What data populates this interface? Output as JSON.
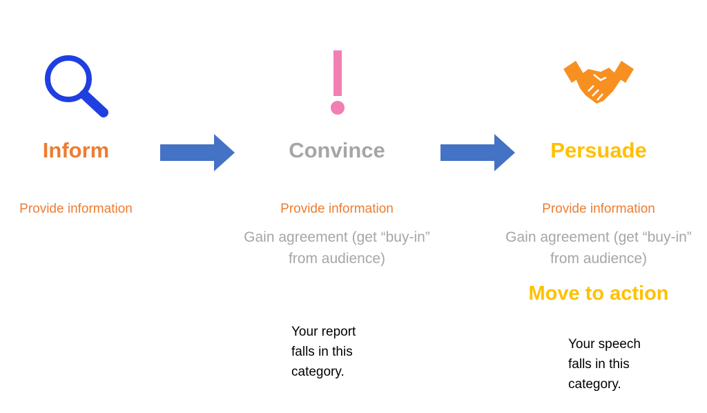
{
  "colors": {
    "inform": "#ED7D31",
    "convince": "#A6A6A6",
    "persuade": "#FFC000",
    "search_icon": "#1F3FE0",
    "exclamation_icon": "#F27FB2",
    "handshake_icon": "#F79021",
    "arrow": "#4472C4",
    "note_text": "#000000"
  },
  "stages": [
    {
      "icon": "search-icon",
      "title": "Inform",
      "lines": [
        "Provide information"
      ]
    },
    {
      "icon": "exclamation-icon",
      "title": "Convince",
      "lines": [
        "Provide information",
        "Gain agreement (get “buy-in”",
        "from audience)"
      ]
    },
    {
      "icon": "handshake-icon",
      "title": "Persuade",
      "lines": [
        "Provide information",
        "Gain agreement (get “buy-in”",
        "from audience)"
      ],
      "action": "Move to action"
    }
  ],
  "notes": {
    "report": [
      "Your report",
      "falls in this",
      "category."
    ],
    "speech": [
      "Your speech",
      "falls in this",
      "category."
    ]
  }
}
